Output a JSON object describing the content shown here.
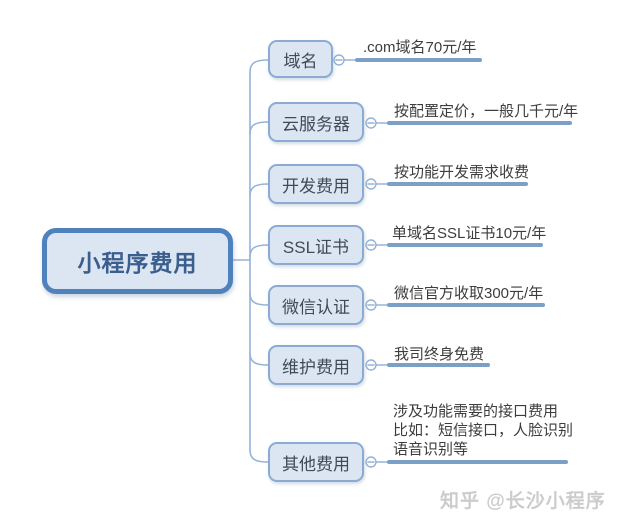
{
  "root": {
    "label": "小程序费用"
  },
  "branches": [
    {
      "label": "域名",
      "leaf": ".com域名70元/年"
    },
    {
      "label": "云服务器",
      "leaf": "按配置定价，一般几千元/年"
    },
    {
      "label": "开发费用",
      "leaf": "按功能开发需求收费"
    },
    {
      "label": "SSL证书",
      "leaf": "单域名SSL证书10元/年"
    },
    {
      "label": "微信认证",
      "leaf": "微信官方收取300元/年"
    },
    {
      "label": "维护费用",
      "leaf": "我司终身免费"
    },
    {
      "label": "其他费用",
      "leaf": "涉及功能需要的接口费用\n比如：短信接口，人脸识别\n语音识别等"
    }
  ],
  "watermark": "知乎 @长沙小程序",
  "colors": {
    "root_border": "#4f81bd",
    "node_border": "#89abd4",
    "node_fill": "#dce6f2",
    "root_text": "#3a5f8f",
    "node_text": "#404a58",
    "leaf_text": "#3d3d3d",
    "connector": "#95b3d7",
    "leaf_line": "#7b9fc7",
    "watermark": "#cccccc"
  }
}
